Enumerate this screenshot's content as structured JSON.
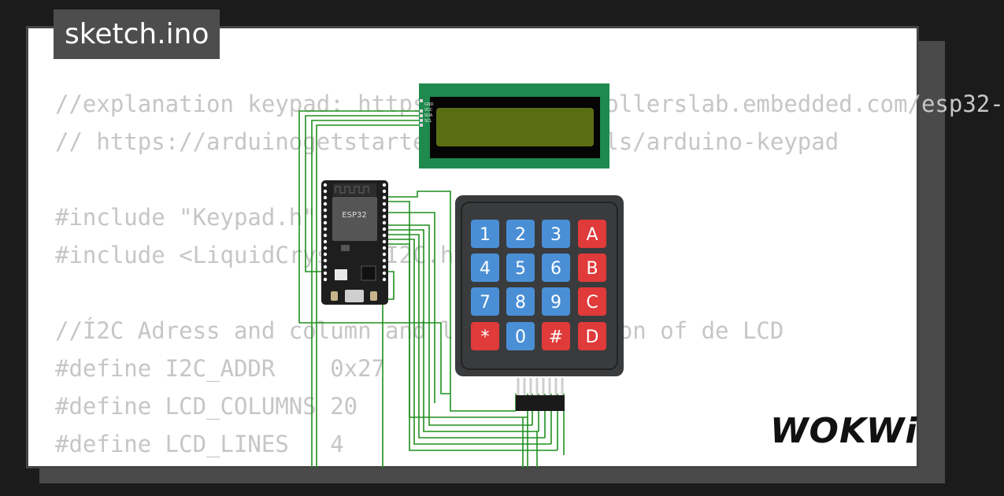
{
  "tab": {
    "filename": "sketch.ino"
  },
  "code_lines": [
    "//explanation keypad: https://microcontrollerslab.embedded.com/esp32-",
    "// https://arduinogetstarted.com/tutorials/arduino-keypad",
    "",
    "#include \"Keypad.h\"",
    "#include <LiquidCrystal_I2C.h>",
    "",
    "//Í2C Adress and column and line definition of de LCD",
    "#define I2C_ADDR    0x27",
    "#define LCD_COLUMNS 20",
    "#define LCD_LINES   4"
  ],
  "esp32": {
    "label": "ESP32"
  },
  "lcd": {
    "pins": [
      "GND",
      "VCC",
      "SDA",
      "SCL"
    ]
  },
  "keypad": {
    "keys": [
      "1",
      "2",
      "3",
      "A",
      "4",
      "5",
      "6",
      "B",
      "7",
      "8",
      "9",
      "C",
      "*",
      "0",
      "#",
      "D"
    ]
  },
  "brand": {
    "name": "WOKWi"
  },
  "colors": {
    "wire": "#1f8f1f",
    "pcb": "#1f8a4d",
    "lcd_screen": "#5a6d12",
    "key_blue": "#4a8fd6",
    "key_red": "#e03a3a",
    "keypad_body": "#3a3b3d",
    "board": "#1e1e1e"
  }
}
